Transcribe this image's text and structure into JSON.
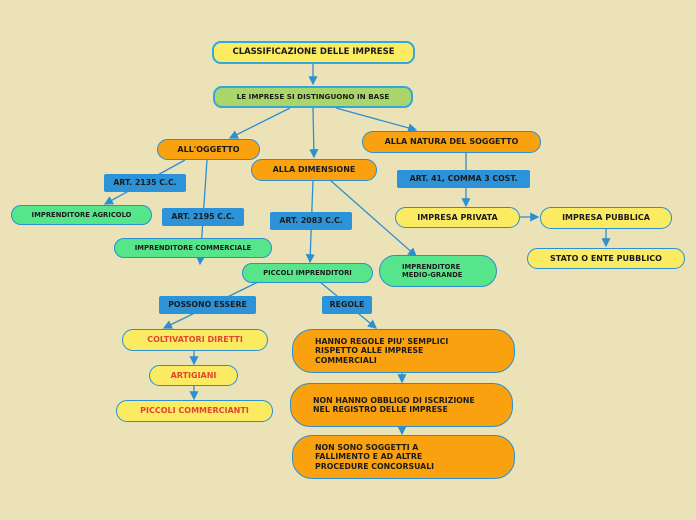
{
  "nodes": {
    "root": "CLASSIFICAZIONE DELLE IMPRESE",
    "distinguish": "LE IMPRESE SI DISTINGUONO IN BASE",
    "oggetto": "ALL'OGGETTO",
    "dimensione": "ALLA DIMENSIONE",
    "natura": "ALLA NATURA DEL SOGGETTO",
    "art2135": "ART. 2135 C.C.",
    "art2195": "ART. 2195 C.C.",
    "art2083": "ART. 2083 C.C.",
    "art41": "ART. 41, COMMA 3 COST.",
    "agricolo": "IMPRENDITORE AGRICOLO",
    "commerciale": "IMPRENDITORE COMMERCIALE",
    "piccoli": "PICCOLI IMPRENDITORI",
    "medio_grande_line1": "IMPRENDITORE",
    "medio_grande_line2": "MEDIO-GRANDE",
    "privata": "IMPRESA PRIVATA",
    "pubblica": "IMPRESA PUBBLICA",
    "stato": "STATO O ENTE PUBBLICO",
    "possono": "POSSONO ESSERE",
    "regole": "REGOLE",
    "coltivatori": "COLTIVATORI DIRETTI",
    "artigiani": "ARTIGIANI",
    "piccoli_comm": "PICCOLI COMMERCIANTI",
    "regola1": "HANNO REGOLE PIU' SEMPLICI RISPETTO ALLE IMPRESE COMMERCIALI",
    "regola2": "NON HANNO OBBLIGO DI ISCRIZIONE NEL REGISTRO DELLE IMPRESE",
    "regola3": "NON SONO SOGGETTI A FALLIMENTO E AD ALTRE PROCEDURE CONCORSUALI"
  },
  "colors": {
    "background": "#ece2b8",
    "connector": "#2b8fd0",
    "topic_yellow": "#fbeb63",
    "topic_green": "#a8d66a",
    "orange": "#f9a10f",
    "teal": "#57e58c",
    "label_blue": "#2c93d8",
    "red_text": "#e2462c"
  }
}
